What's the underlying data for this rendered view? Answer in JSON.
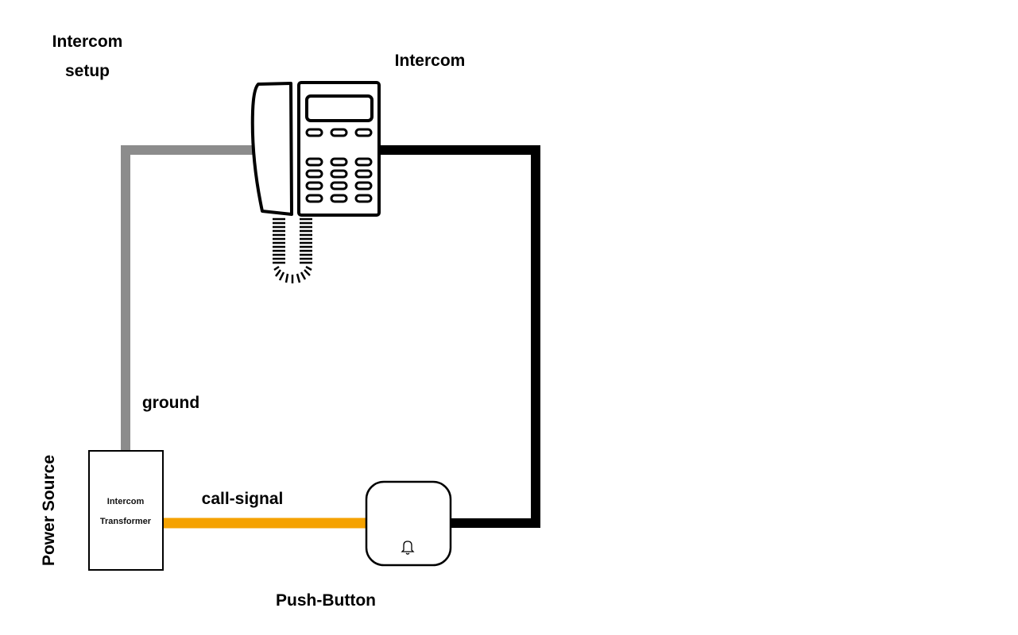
{
  "title": [
    "Intercom",
    "setup"
  ],
  "intercom_label": "Intercom",
  "ground_label": "ground",
  "call_signal_label": "call-signal",
  "push_button_label": "Push-Button",
  "power_source_label": "Power Source",
  "transformer_label": [
    "Intercom",
    "Transformer"
  ],
  "colors": {
    "ground_wire": "#8c8c8c",
    "call_signal_wire": "#f5a200",
    "return_wire": "#000000"
  },
  "icons": {
    "phone": "phone-icon",
    "bell": "bell-icon"
  }
}
